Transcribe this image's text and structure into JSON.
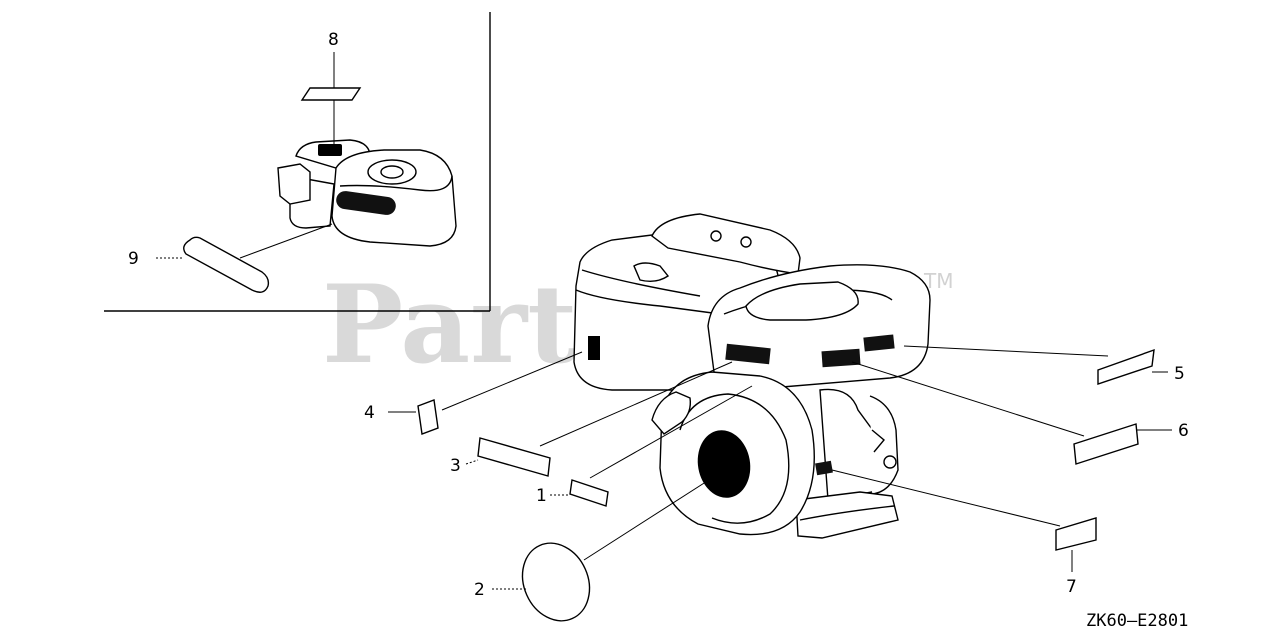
{
  "watermark": {
    "text": "PartsTree",
    "trademark": "TM"
  },
  "callouts": [
    {
      "id": "1",
      "label": "1"
    },
    {
      "id": "2",
      "label": "2"
    },
    {
      "id": "3",
      "label": "3"
    },
    {
      "id": "4",
      "label": "4"
    },
    {
      "id": "5",
      "label": "5"
    },
    {
      "id": "6",
      "label": "6"
    },
    {
      "id": "7",
      "label": "7"
    },
    {
      "id": "8",
      "label": "8"
    },
    {
      "id": "9",
      "label": "9"
    }
  ],
  "diagram_code": "ZK60—E2801"
}
